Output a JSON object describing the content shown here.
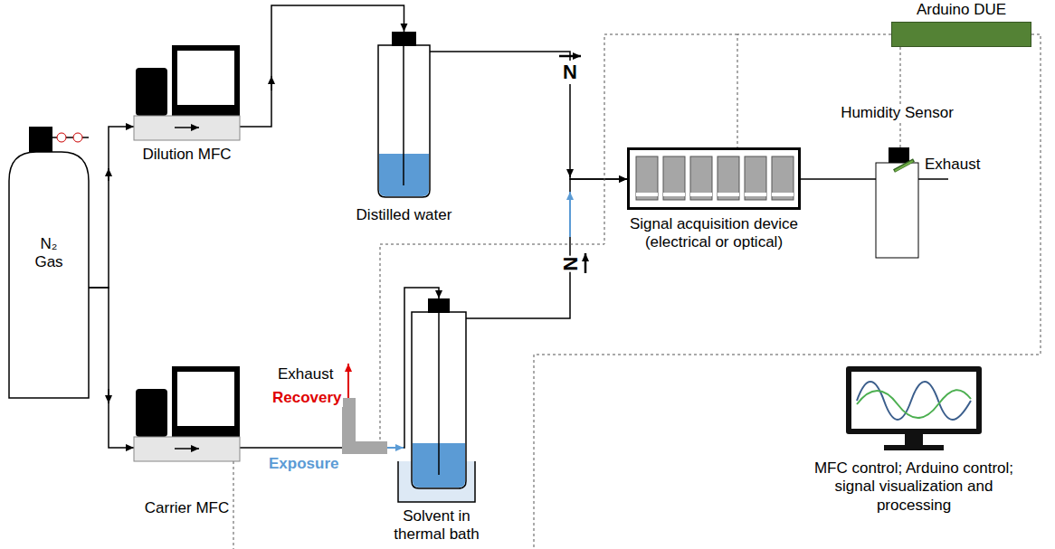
{
  "diagram": {
    "nodes": [
      {
        "text": [
          "N₂ Gas"
        ]
      },
      {
        "text": [
          "Dilution MFC"
        ]
      },
      {
        "text": [
          "Carrier MFC"
        ]
      },
      {
        "text": [
          "Distilled water"
        ]
      },
      {
        "text": [
          "Solvent in thermal bath"
        ]
      },
      {
        "text": [
          "Signal acquisition device (electrical or optical)"
        ]
      },
      {
        "text": [
          "Humidity Sensor"
        ]
      },
      {
        "text": [
          "Arduino DUE"
        ]
      },
      {
        "text": [
          "MFC control; Arduino control; signal visualization and processing"
        ]
      }
    ],
    "edges": [
      {
        "from": 0,
        "to": 1,
        "arrow": "to"
      },
      {
        "from": 0,
        "to": 2,
        "arrow": "to"
      },
      {
        "from": 1,
        "to": 3,
        "arrow": "to"
      },
      {
        "from": 2,
        "to": 4,
        "arrow": "to"
      },
      {
        "from": 3,
        "to": 5,
        "arrow": "to"
      },
      {
        "from": 4,
        "to": 5,
        "arrow": "to"
      },
      {
        "from": 5,
        "to": 6,
        "arrow": "none"
      },
      {
        "from": 7,
        "to": 5,
        "arrow": "none"
      },
      {
        "from": 7,
        "to": 6,
        "arrow": "none"
      }
    ],
    "labels": [
      "N",
      "N",
      "Exhaust",
      "Exhaust",
      "Recovery",
      "Exposure"
    ]
  }
}
